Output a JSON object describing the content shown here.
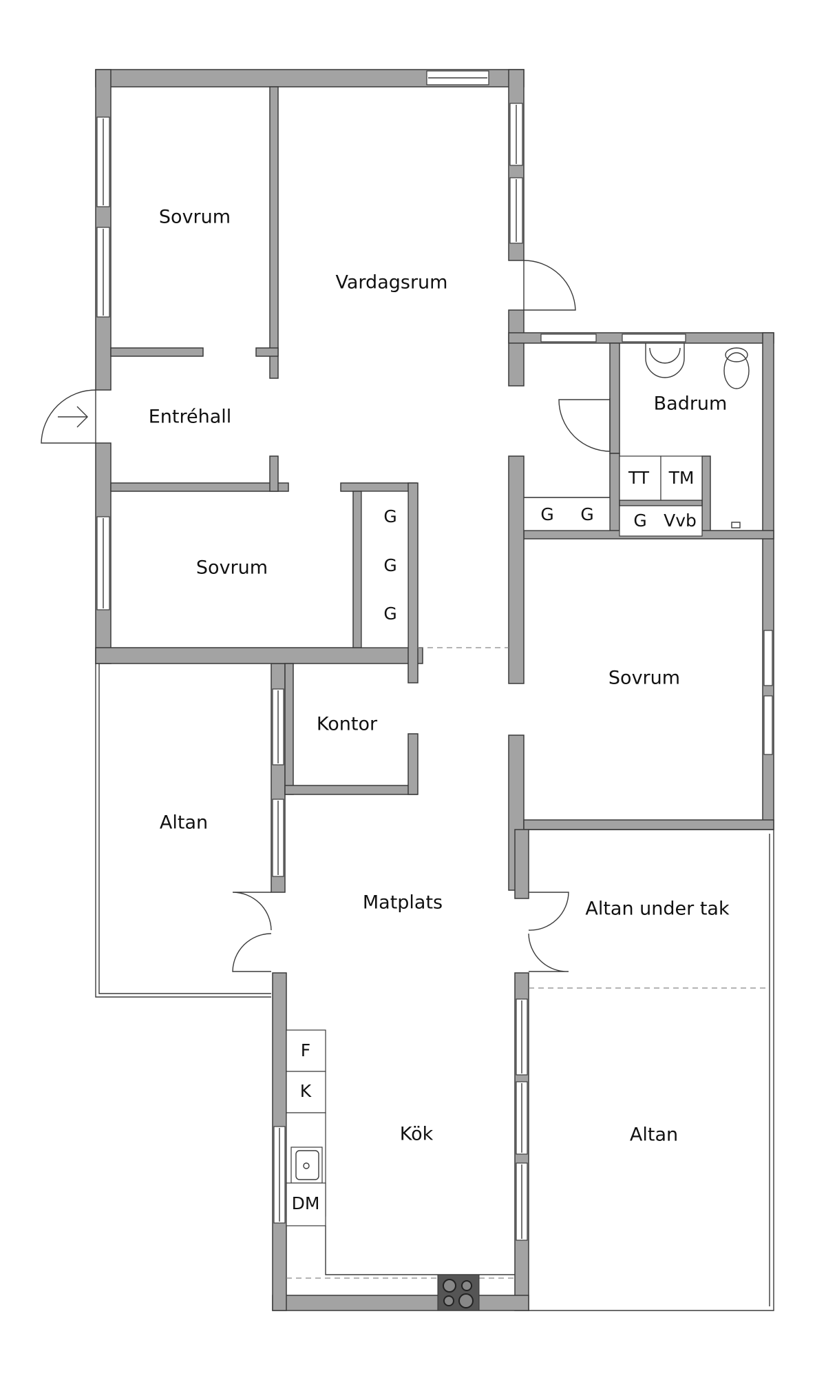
{
  "floorplan": {
    "rooms": {
      "sovrum_1": "Sovrum",
      "vardagsrum": "Vardagsrum",
      "entrehall": "Entréhall",
      "badrum": "Badrum",
      "sovrum_2": "Sovrum",
      "sovrum_3": "Sovrum",
      "kontor": "Kontor",
      "altan_west": "Altan",
      "matplats": "Matplats",
      "altan_under_tak": "Altan under tak",
      "kok": "Kök",
      "altan_east": "Altan"
    },
    "closets": {
      "g1": "G",
      "g2": "G",
      "g3": "G",
      "g4": "G",
      "g5": "G",
      "g6": "G",
      "tt": "TT",
      "tm": "TM",
      "vvb": "Vvb"
    },
    "kitchen": {
      "fridge": "F",
      "freezer": "K",
      "dishwasher": "DM"
    },
    "colors": {
      "wall": "#a3a3a3",
      "stroke": "#3a3a3a",
      "stove": "#555555"
    }
  }
}
